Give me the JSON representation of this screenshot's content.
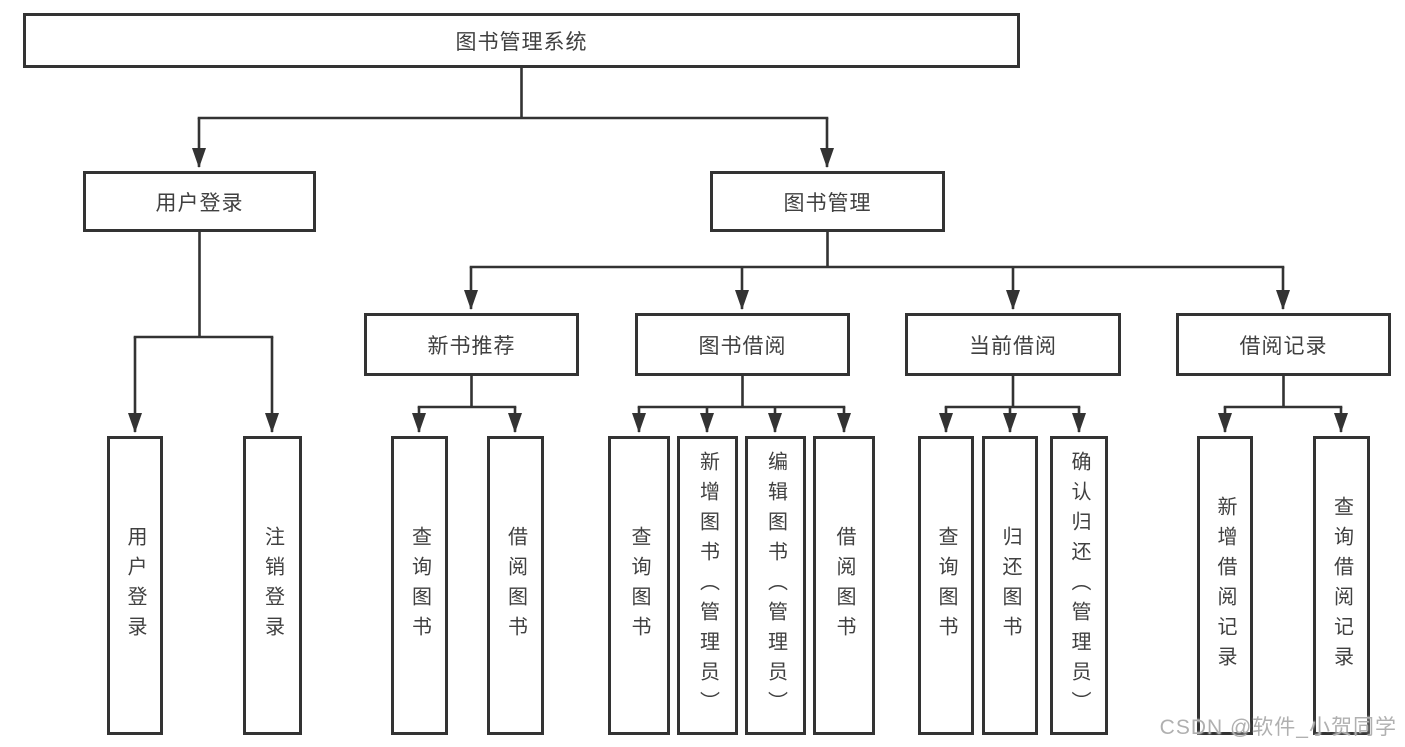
{
  "diagram": {
    "root": {
      "label": "图书管理系统"
    },
    "level2": [
      {
        "id": "user-login",
        "label": "用户登录"
      },
      {
        "id": "book-management",
        "label": "图书管理"
      }
    ],
    "user_login_children": [
      "用户登录",
      "注销登录"
    ],
    "sections": [
      {
        "label": "新书推荐",
        "children": [
          "查询图书",
          "借阅图书"
        ]
      },
      {
        "label": "图书借阅",
        "children": [
          "查询图书",
          "新增图书（管理员）",
          "编辑图书（管理员）",
          "借阅图书"
        ]
      },
      {
        "label": "当前借阅",
        "children": [
          "查询图书",
          "归还图书",
          "确认归还（管理员）"
        ]
      },
      {
        "label": "借阅记录",
        "children": [
          "新增借阅记录",
          "查询借阅记录"
        ]
      }
    ]
  },
  "watermark": {
    "text": "CSDN @软件_小贺同学"
  },
  "colors": {
    "line": "#333333",
    "box_border": "#333333",
    "text": "#404040",
    "background": "#ffffff",
    "watermark": "#b0b0b0"
  }
}
